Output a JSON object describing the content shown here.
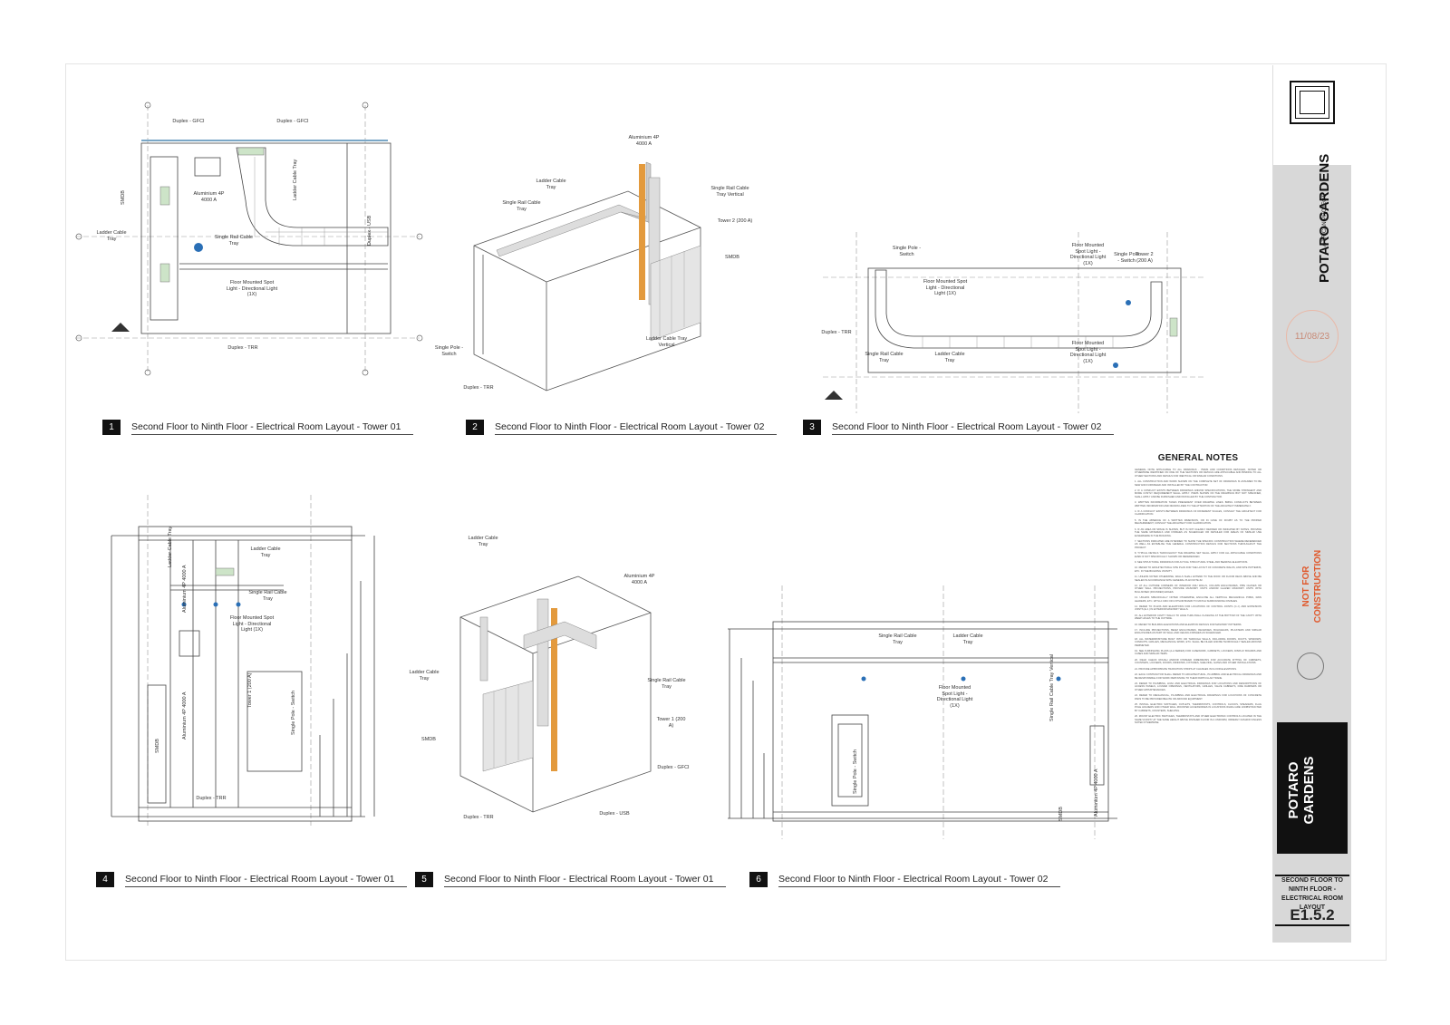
{
  "sheet": {
    "project_name": "POTARO GARDENS",
    "project_subtitle": "A TRICAN PROJECT",
    "stamp_date": "11/08/23",
    "not_for_construction": "NOT FOR CONSTRUCTION",
    "block_name": "POTARO GARDENS",
    "drawing_title": "SECOND FLOOR TO NINTH FLOOR - ELECTRICAL ROOM LAYOUT",
    "drawing_number": "E1.5.2"
  },
  "views": [
    {
      "num": "1",
      "title": "Second Floor to Ninth Floor - Electrical Room Layout - Tower 01"
    },
    {
      "num": "2",
      "title": "Second Floor to Ninth Floor - Electrical Room Layout - Tower 02"
    },
    {
      "num": "3",
      "title": "Second Floor to Ninth Floor - Electrical Room Layout - Tower 02"
    },
    {
      "num": "4",
      "title": "Second Floor to Ninth Floor - Electrical Room Layout - Tower 01"
    },
    {
      "num": "5",
      "title": "Second Floor to Ninth Floor - Electrical Room Layout - Tower 01"
    },
    {
      "num": "6",
      "title": "Second Floor to Ninth Floor - Electrical Room Layout - Tower 02"
    }
  ],
  "labels": {
    "duplex_gfci": "Duplex - GFCI",
    "ladder_tray": "Ladder Cable Tray",
    "aluminium": "Aluminium 4P 4000 A",
    "smdb": "SMDB",
    "single_rail": "Single Rail Cable Tray",
    "floor_light": "Floor Mounted Spot Light - Directional Light (1X)",
    "duplex_trr": "Duplex - TRR",
    "duplex_usb": "Duplex - USB",
    "srct_vertical": "Single Rail Cable Tray Vertical",
    "tower2": "Tower 2 (200 A)",
    "tower1": "Tower 1 (200 A)",
    "sp_switch": "Single Pole - Switch",
    "lct_vertical": "Ladder Cable Tray Vertical"
  },
  "notes": {
    "heading": "GENERAL NOTES",
    "items": [
      "GENERAL NOTE APPLICABLE TO ALL DRAWINGS - ITEMS AND CONDITIONS DETAILED, NOTED OR OTHERWISE IDENTIFIED ON ONE OF THE SECTIONS OR DETAILS ARE APPLICABLE AND BINDING TO ALL OTHER SECTIONS AND DETAILS FOR IDENTICAL OR SIMILAR CONDITIONS.",
      "1. ALL CONSTRUCTION AND WORK SHOWN ON THE COMPLETE SET OF DRAWINGS IS ASSUMED TO BE NEW AND FURNISHED AND INSTALLED BY THE CONTRACTOR.",
      "2. IF A CONFLICT EXISTS BETWEEN DRAWINGS AND/OR SPECIFICATIONS, THE MORE STRINGENT AND MORE COSTLY REQUIREMENT SHALL APPLY. ITEMS SHOWN ON THE DRAWINGS BUT NOT SPECIFIED, SHALL APPLY AND BE FURNISHED AND INSTALLED BY THE CONTRACTOR.",
      "3. WRITTEN INFORMATION TAKES PRECEDENT OVER DRAWING LINES. BRING CONFLICTS BETWEEN WRITTEN INFORMATION AND DRAWN LINES TO THE ATTENTION OF THE ARCHITECT IMMEDIATELY.",
      "4. IF A CONFLICT EXISTS BETWEEN DRAWINGS OF DIFFERENT SCALES, CONSULT THE ARCHITECT FOR CLARIFICATION.",
      "5. IN THE ABSENCE OF A WRITTEN DIMENSION, OR IN CASE OF DOUBT AS TO THE PROPER MEASUREMENT, CONSULT THE ARCHITECT FOR CLARIFICATION.",
      "6. IF AN AREA OR SPACE IS SHOWN, BUT IS NOT CLEARLY DEFINED OR INDICATED BY NOTES, PROVIDE THE SAME MATERIALS AND FINISHES AS SCHEDULED OR DETAILED FOR AREAS OF SIMILAR USE ELSEWHERE IN THE BUILDING.",
      "7. SECTIONS INDICATED ARE INTENDED TO SHOW THE SPECIFIC CONSTRUCTION WHERE REFERENCED AS WELL AS ESTABLISH THE GENERAL CONSTRUCTION DETAILS FOR SECTIONS THROUGHOUT THE PROJECT.",
      "8. TYPICAL DETAILS THROUGHOUT THE DRAWING SET SHALL APPLY FOR ALL APPLICABLE CONDITIONS EVEN IF NOT SPECIFICALLY SHOWN OR REFERENCED.",
      "9. SEE STRUCTURAL DRAWINGS FOR ACTUAL STRUCTURAL STEEL AND BEARING ELEVATIONS.",
      "10. REFER TO ARCHITECTURAL SITE PLAN FOR THE LAYOUT OF CONCRETE WALKS, AND SITE PATTERNS, ETC. IN THE BUILDING VICINITY.",
      "11. UNLESS NOTED OTHERWISE, WALLS SHALL EXTEND TO THE ROOF OR FLOOR DECK ABOVE AND BE SEALED IN ACCORDANCE WITH GENERAL PLAN NOTE #2.",
      "12. AT ALL OUTSIDE CORNERS OF INTERIOR CMU WALLS, COLUMN ENCLOSURES, PIPE CHASES OR OTHER WALL PROJECTIONS, PROVIDE MASONRY UNITS AND/OR GLAZED MASONRY UNITS WITH BULLNOSED (ROUNDED) EDGES.",
      "13. UNLESS SPECIFICALLY NOTED OTHERWISE, ENCLOSE ALL VERTICAL MECHANICAL PIPES, RAIN LEADERS, ETC. WITH A CMU OR GYPSUM BOARD TO MATCH SURROUNDING FINISHES.",
      "14. REFER TO PLANS AND ELEVATIONS FOR LOCATIONS OF CONTROL JOINTS (C.J.) AND EXPANSION JOINTS (E.J.) IN EXTERIOR MASONRY WALLS.",
      "15. ALL EXTERIOR CAVITY WALLS TO HAVE THRU-WALL FLASHING AT THE BOTTOM OF THE CAVITY WITH WEEP HOLES TO THE OUTSIDE.",
      "16. REFER TO BUILDING ELEVATIONS AND ELEVATION DETAILS FOR MASONRY PATTERNS.",
      "17. INCLUDE PROJECTIONS, BEAM ENCLOSURES, RECESSES, BULKHEADS, PILASTERS AND SIMILAR ENCLOSURES AS PART OF WALL AND CEILING FINISHES AS SCHEDULED.",
      "18. ALL WATER/MOISTURE BUILT INTO OR THROUGH WALLS, INCLUDING DOORS, DUCTS, WINDOWS, CONDUITS, GRILLES, MECHANICAL WORK, ETC. SHALL BE FILLED AND BE THOROUGHLY SEALED AROUND PERIMETER.",
      "19. SEE FURNISHING PLANS (A-A SERIES) FOR CASEWORK, CABINETS, LOCKERS, DISPLAY BOARDS AND CASES AND SIMILAR ITEMS.",
      "20. FIELD CHECK ROUGH AND/OR FINISHED DIMENSIONS FOR ACCURATE FITTING OF CABINETS, COUNTERS, LOCKERS, DOORS, WINDOWS, FIXTURES, SHELVING, GATES AND OTHER INSTALLATIONS.",
      "21. PROVIDE APPROPRIATE TRANSITION STRIPS AT CHANGES IN FLOOR ELEVATIONS.",
      "22. EACH CONTRACTOR SHALL REFER TO ARCHITECTURAL, PLUMBING AND ELECTRICAL DRAWINGS AND BE RESPONSIBLE FOR WORK PERTAINING TO THEIR PARTICULAR TRADE.",
      "23. REFER TO PLUMBING, HVAC AND ELECTRICAL DRAWINGS FOR LOCATIONS AND DESCRIPTIONS OF ACCESS PANELS, LOUVER OPENINGS, VENTILATORS, GRILLES, VALVE CABINETS, FIRE DAMPERS OR OTHER APPURTENANCES.",
      "24. REFER TO MECHANICAL, PLUMBING AND ELECTRICAL DRAWINGS FOR LOCATIONS OF CONCRETE PADS TO BE PROVIDED BELOW OR AROUND EQUIPMENT.",
      "25. INSTALL ELECTRIC SWITCHES, OUTLETS, THERMOSTATS, CONTROLS, CLOCKS, SPEAKERS, FLAG POLE HOLDERS AND OTHER WALL MOUNTED ACCESSORIES IN LOCATIONS WHICH ARE UNOBSTRUCTED BY CABINETS, COUNTERS, SHELVING.",
      "26. MOUNT ELECTRIC SWITCHES, THERMOSTATS AND OTHER ELECTRONIC CONTROLS LOCATED IN THE SAME VICINITY AT THE SAME HEIGHT ABOVE FINISHED FLOOR IN A UNIFORM, ORDERLY FASHION UNLESS NOTED OTHERWISE."
    ]
  }
}
